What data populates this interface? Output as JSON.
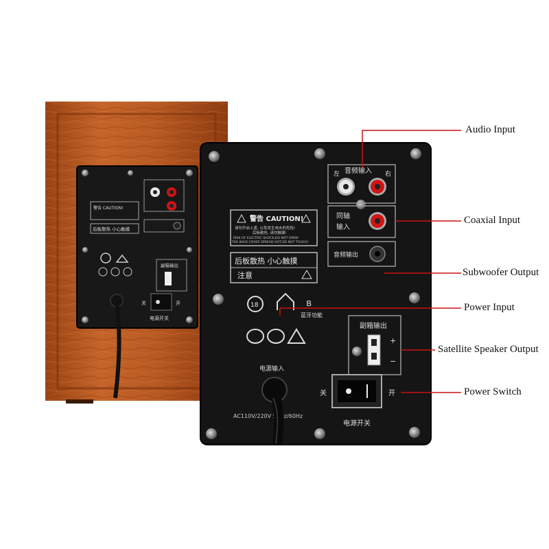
{
  "callouts": {
    "audio_input": "Audio Input",
    "coaxial_input": "Coaxial Input",
    "subwoofer_output": "Subwoofer Output",
    "power_input": "Power Input",
    "satellite_output": "Satellite Speaker Output",
    "power_switch": "Power Switch"
  },
  "panel": {
    "audio_input_label": "音频输入",
    "left": "左",
    "right": "右",
    "coaxial_label_1": "同轴",
    "coaxial_label_2": "输入",
    "sub_out_label": "音频输出",
    "caution_title": "警告 CAUTION!",
    "caution_line1": "请勿开启上盖, 以免发生电击的危险!",
    "caution_line2": "后板散热, 请勿触摸!",
    "caution_line3": "RISK OF ELECTRIC SHOCK,DO NOT OPEN!",
    "caution_line4": "THE BACK COVER SPREAD HOT,DO NOT TOUCH!",
    "heat_warning": "后板散热  小心触摸",
    "attention": "注意",
    "age_badge": "18",
    "bluetooth_label": "蓝牙功能",
    "sat_out_label": "副箱输出",
    "plus": "+",
    "minus": "−",
    "power_in_label": "电源输入",
    "voltage": "AC110V/220V 50Hz/60Hz",
    "switch_label": "电源开关",
    "off": "关",
    "on": "开"
  },
  "small_panel": {
    "caution_title": "警告 CAUTION!",
    "heat_warning": "后板散热  小心触摸",
    "sat_out_label": "副箱输出",
    "switch_label": "电源开关",
    "off": "关",
    "on": "开"
  },
  "colors": {
    "wood": "#b8571f",
    "panel": "#151515",
    "rca_red": "#d01414",
    "rca_white": "#e8e8e8"
  }
}
